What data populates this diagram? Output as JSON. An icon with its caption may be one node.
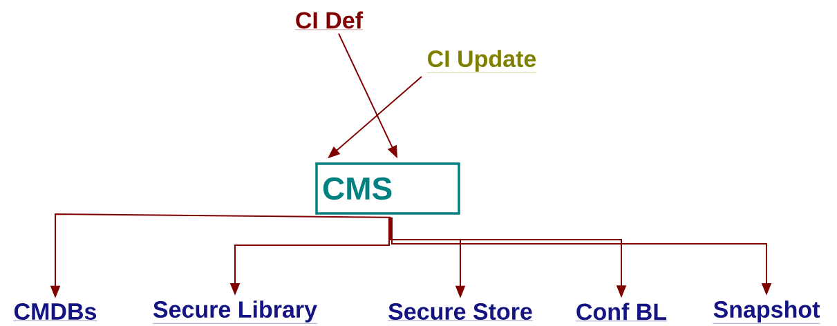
{
  "diagram": {
    "nodes": [
      {
        "text": [
          "CI Def"
        ]
      },
      {
        "text": [
          "CI Update"
        ]
      },
      {
        "text": [
          "CMS"
        ]
      },
      {
        "text": [
          "CMDBs"
        ]
      },
      {
        "text": [
          "Secure Library"
        ]
      },
      {
        "text": [
          "Secure Store"
        ]
      },
      {
        "text": [
          "Conf BL"
        ]
      },
      {
        "text": [
          "Snapshot"
        ]
      }
    ],
    "edges": [
      {
        "from": 0,
        "to": 2,
        "arrow": "to"
      },
      {
        "from": 1,
        "to": 2,
        "arrow": "to"
      },
      {
        "from": 2,
        "to": 3,
        "arrow": "to"
      },
      {
        "from": 2,
        "to": 4,
        "arrow": "to"
      },
      {
        "from": 2,
        "to": 5,
        "arrow": "to"
      },
      {
        "from": 2,
        "to": 6,
        "arrow": "to"
      },
      {
        "from": 2,
        "to": 7,
        "arrow": "to"
      }
    ]
  }
}
